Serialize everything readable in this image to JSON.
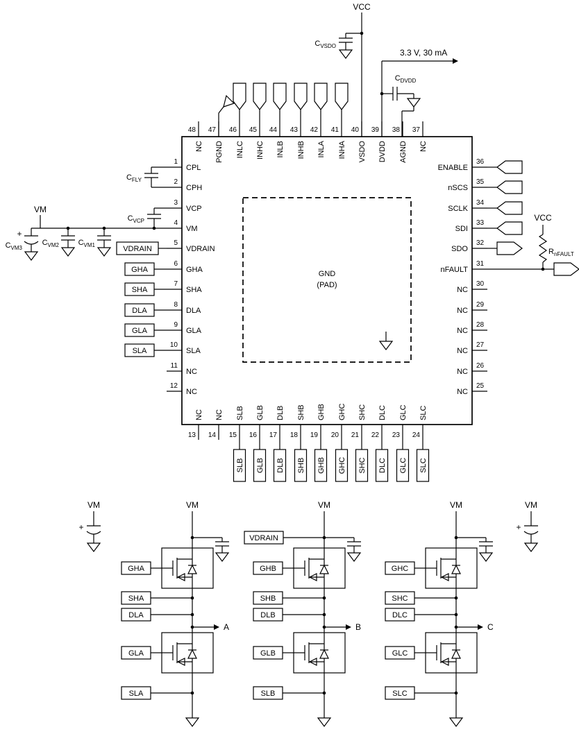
{
  "ic": {
    "pad": {
      "line1": "GND",
      "line2": "(PAD)"
    },
    "pins": {
      "left": [
        {
          "num": "1",
          "label": "CPL"
        },
        {
          "num": "2",
          "label": "CPH"
        },
        {
          "num": "3",
          "label": "VCP"
        },
        {
          "num": "4",
          "label": "VM"
        },
        {
          "num": "5",
          "label": "VDRAIN"
        },
        {
          "num": "6",
          "label": "GHA"
        },
        {
          "num": "7",
          "label": "SHA"
        },
        {
          "num": "8",
          "label": "DLA"
        },
        {
          "num": "9",
          "label": "GLA"
        },
        {
          "num": "10",
          "label": "SLA"
        },
        {
          "num": "11",
          "label": "NC"
        },
        {
          "num": "12",
          "label": "NC"
        }
      ],
      "top": [
        {
          "num": "48",
          "label": "NC"
        },
        {
          "num": "47",
          "label": "PGND"
        },
        {
          "num": "46",
          "label": "INLC"
        },
        {
          "num": "45",
          "label": "INHC"
        },
        {
          "num": "44",
          "label": "INLB"
        },
        {
          "num": "43",
          "label": "INHB"
        },
        {
          "num": "42",
          "label": "INLA"
        },
        {
          "num": "41",
          "label": "INHA"
        },
        {
          "num": "40",
          "label": "VSDO"
        },
        {
          "num": "39",
          "label": "DVDD"
        },
        {
          "num": "38",
          "label": "AGND"
        },
        {
          "num": "37",
          "label": "NC"
        }
      ],
      "right": [
        {
          "num": "36",
          "label": "ENABLE"
        },
        {
          "num": "35",
          "label": "nSCS"
        },
        {
          "num": "34",
          "label": "SCLK"
        },
        {
          "num": "33",
          "label": "SDI"
        },
        {
          "num": "32",
          "label": "SDO"
        },
        {
          "num": "31",
          "label": "nFAULT"
        },
        {
          "num": "30",
          "label": "NC"
        },
        {
          "num": "29",
          "label": "NC"
        },
        {
          "num": "28",
          "label": "NC"
        },
        {
          "num": "27",
          "label": "NC"
        },
        {
          "num": "26",
          "label": "NC"
        },
        {
          "num": "25",
          "label": "NC"
        }
      ],
      "bottom": [
        {
          "num": "13",
          "label": "NC"
        },
        {
          "num": "14",
          "label": "NC"
        },
        {
          "num": "15",
          "label": "SLB"
        },
        {
          "num": "16",
          "label": "GLB"
        },
        {
          "num": "17",
          "label": "DLB"
        },
        {
          "num": "18",
          "label": "SHB"
        },
        {
          "num": "19",
          "label": "GHB"
        },
        {
          "num": "20",
          "label": "GHC"
        },
        {
          "num": "21",
          "label": "SHC"
        },
        {
          "num": "22",
          "label": "DLC"
        },
        {
          "num": "23",
          "label": "GLC"
        },
        {
          "num": "24",
          "label": "SLC"
        }
      ]
    }
  },
  "power": {
    "vcc": "VCC",
    "vm": "VM",
    "plus": "+",
    "rail33": "3.3 V, 30 mA",
    "c_vsdo": {
      "name": "C",
      "sub": "VSDO"
    },
    "c_dvdd": {
      "name": "C",
      "sub": "DVDD"
    },
    "c_fly": {
      "name": "C",
      "sub": "FLY"
    },
    "c_vcp": {
      "name": "C",
      "sub": "VCP"
    },
    "c_vm1": {
      "name": "C",
      "sub": "VM1"
    },
    "c_vm2": {
      "name": "C",
      "sub": "VM2"
    },
    "c_vm3": {
      "name": "C",
      "sub": "VM3"
    },
    "r_nfault": {
      "name": "R",
      "sub": "nFAULT"
    }
  },
  "rails": {
    "far_left_vm": "VM",
    "far_right_vm": "VM"
  },
  "bridges": [
    {
      "vm": "VM",
      "gh": "GHA",
      "sh": "SHA",
      "dl": "DLA",
      "gl": "GLA",
      "sl": "SLA",
      "out": "A"
    },
    {
      "vm": "VM",
      "vdrain": "VDRAIN",
      "gh": "GHB",
      "sh": "SHB",
      "dl": "DLB",
      "gl": "GLB",
      "sl": "SLB",
      "out": "B"
    },
    {
      "vm": "VM",
      "gh": "GHC",
      "sh": "SHC",
      "dl": "DLC",
      "gl": "GLC",
      "sl": "SLC",
      "out": "C"
    }
  ]
}
